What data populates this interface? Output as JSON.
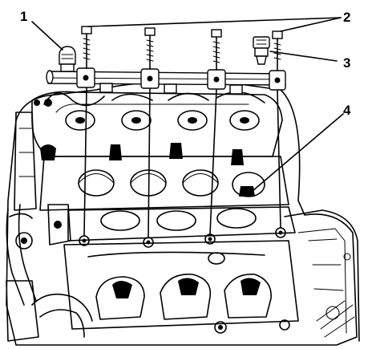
{
  "callouts": [
    {
      "label": "1",
      "meaning": "fuel-pressure-fitting"
    },
    {
      "label": "2",
      "meaning": "fuel-rail-bolts"
    },
    {
      "label": "3",
      "meaning": "fuel-pressure-sensor"
    },
    {
      "label": "4",
      "meaning": "fuel-injector"
    }
  ],
  "colors": {
    "ink": "#000000",
    "paper": "#ffffff"
  }
}
